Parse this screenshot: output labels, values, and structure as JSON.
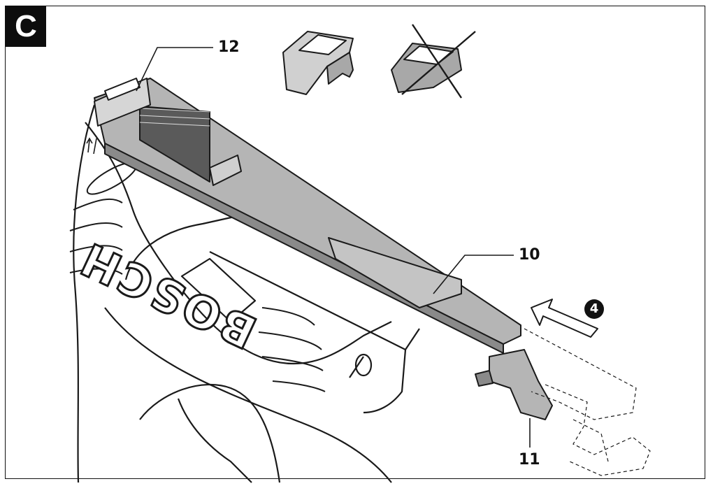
{
  "panel": {
    "letter": "C"
  },
  "callouts": {
    "part_12": "12",
    "part_10": "10",
    "part_11": "11"
  },
  "step": {
    "number": "4"
  },
  "brand": {
    "text": "BOSCH"
  },
  "colors": {
    "line": "#1a1a1a",
    "part_fill": "#b5b5b5",
    "part_dark": "#8a8a8a",
    "body_fill": "#ffffff"
  }
}
